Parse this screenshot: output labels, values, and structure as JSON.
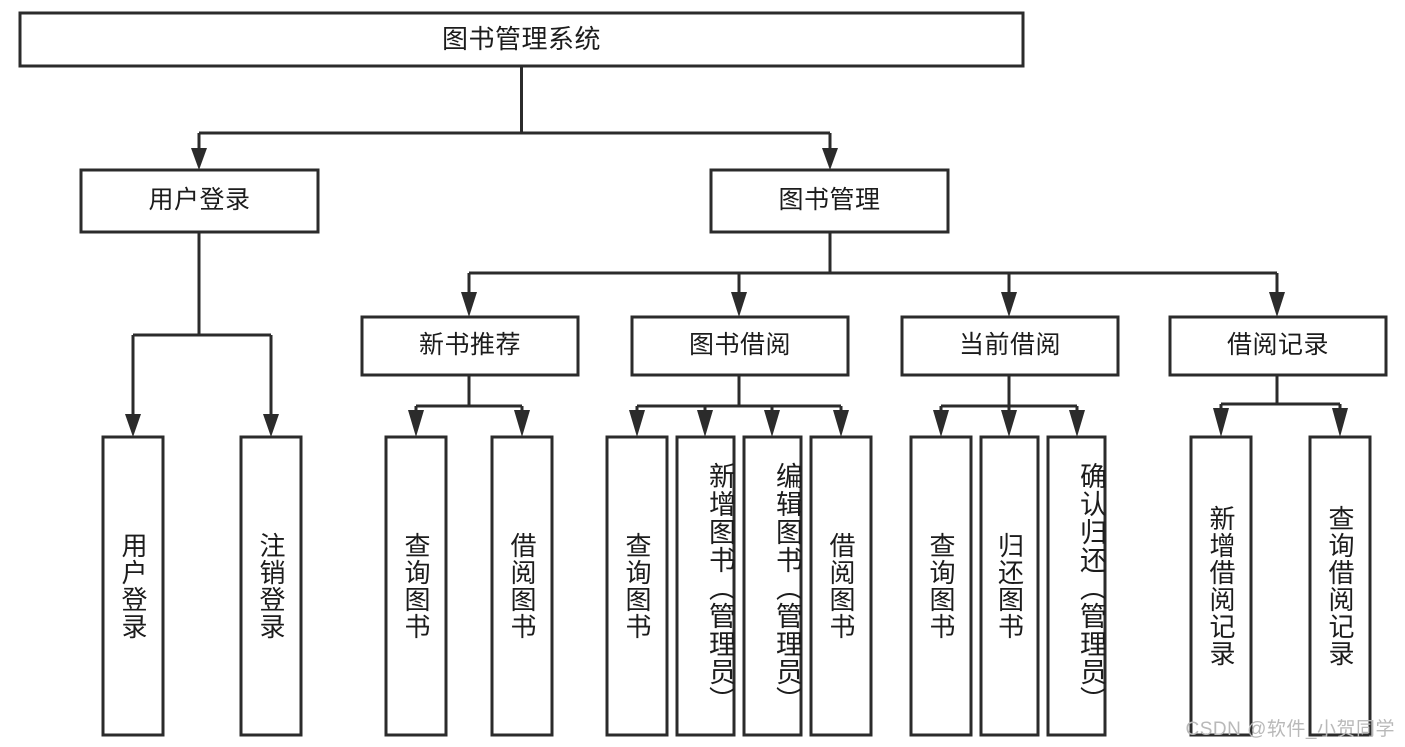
{
  "diagram": {
    "type": "tree-hierarchy",
    "title": "图书管理系统",
    "colors": {
      "stroke": "#2b2b2b",
      "fill": "#ffffff",
      "text": "#1c1c1c",
      "watermark": "#b9b9b9",
      "background": "#ffffff"
    },
    "levels": {
      "root": {
        "label": "图书管理系统"
      },
      "level2": [
        {
          "id": "user-login",
          "label": "用户登录"
        },
        {
          "id": "book-management",
          "label": "图书管理"
        }
      ],
      "level3": [
        {
          "id": "new-book-recommend",
          "label": "新书推荐",
          "parent": "book-management"
        },
        {
          "id": "book-borrow",
          "label": "图书借阅",
          "parent": "book-management"
        },
        {
          "id": "current-borrow",
          "label": "当前借阅",
          "parent": "book-management"
        },
        {
          "id": "borrow-record",
          "label": "借阅记录",
          "parent": "book-management"
        }
      ],
      "leaves": [
        {
          "id": "leaf-user-login",
          "label": "用户登录",
          "parent": "user-login"
        },
        {
          "id": "leaf-logout",
          "label": "注销登录",
          "parent": "user-login"
        },
        {
          "id": "leaf-query-book-1",
          "label": "查询图书",
          "parent": "new-book-recommend"
        },
        {
          "id": "leaf-borrow-book-1",
          "label": "借阅图书",
          "parent": "new-book-recommend"
        },
        {
          "id": "leaf-query-book-2",
          "label": "查询图书",
          "parent": "book-borrow"
        },
        {
          "id": "leaf-add-book",
          "label": "新增图书（管理员）",
          "parent": "book-borrow"
        },
        {
          "id": "leaf-edit-book",
          "label": "编辑图书（管理员）",
          "parent": "book-borrow"
        },
        {
          "id": "leaf-borrow-book-2",
          "label": "借阅图书",
          "parent": "book-borrow"
        },
        {
          "id": "leaf-query-book-3",
          "label": "查询图书",
          "parent": "current-borrow"
        },
        {
          "id": "leaf-return-book",
          "label": "归还图书",
          "parent": "current-borrow"
        },
        {
          "id": "leaf-confirm-return",
          "label": "确认归还（管理员）",
          "parent": "current-borrow"
        },
        {
          "id": "leaf-add-record",
          "label": "新增借阅记录",
          "parent": "borrow-record"
        },
        {
          "id": "leaf-query-record",
          "label": "查询借阅记录",
          "parent": "borrow-record"
        }
      ]
    }
  },
  "watermark": {
    "text": "CSDN @软件_小贺同学"
  }
}
